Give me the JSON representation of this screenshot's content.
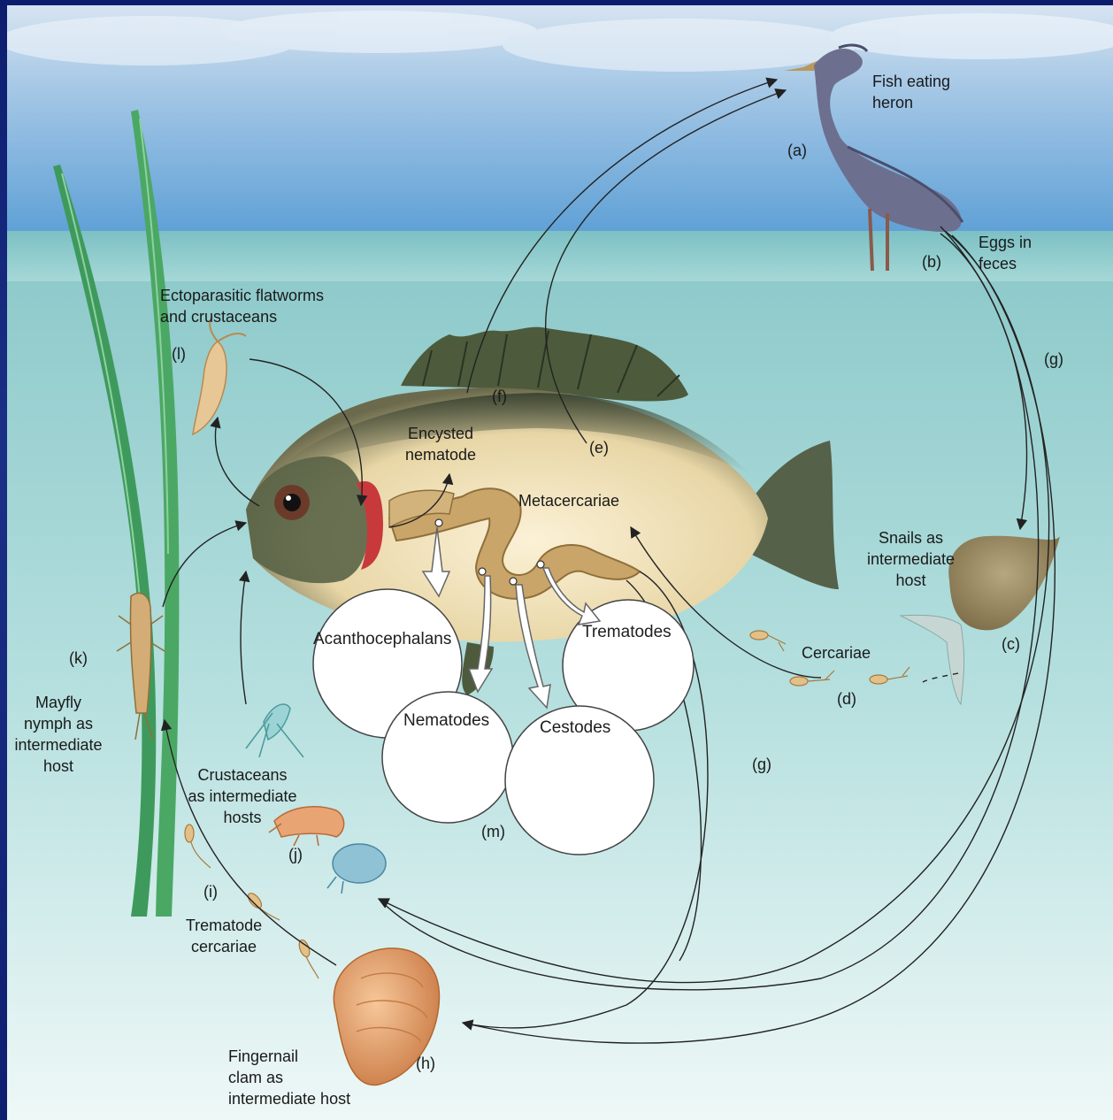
{
  "labels": {
    "heron": [
      "Fish eating",
      "heron"
    ],
    "a": "(a)",
    "b": "(b)",
    "eggs": [
      "Eggs in",
      "feces"
    ],
    "g_top": "(g)",
    "ecto": [
      "Ectoparasitic flatworms",
      "and crustaceans"
    ],
    "l": "(l)",
    "f": "(f)",
    "e": "(e)",
    "encysted": [
      "Encysted",
      "nematode"
    ],
    "metacercariae": "Metacercariae",
    "snails": [
      "Snails as",
      "intermediate",
      "host"
    ],
    "c": "(c)",
    "cercariae": "Cercariae",
    "d": "(d)",
    "k": "(k)",
    "mayfly": [
      "Mayfly",
      "nymph as",
      "intermediate",
      "host"
    ],
    "crustaceans": [
      "Crustaceans",
      "as intermediate",
      "hosts"
    ],
    "j": "(j)",
    "i": "(i)",
    "trematode_cercariae": [
      "Trematode",
      "cercariae"
    ],
    "m": "(m)",
    "g_mid": "(g)",
    "clam": [
      "Fingernail",
      "clam as",
      "intermediate host"
    ],
    "h": "(h)"
  },
  "circles": {
    "acanthocephalans": "Acanthocephalans",
    "trematodes": "Trematodes",
    "nematodes": "Nematodes",
    "cestodes": "Cestodes"
  },
  "colors": {
    "sky_top": "#c9dcee",
    "sky_bottom": "#6aa8d8",
    "water_top": "#9fd2d2",
    "water_bottom": "#e6f4f4",
    "fish_body": "#e9d6a8",
    "fish_dark": "#3d4a33",
    "gut": "#c9a56a",
    "grass": "#3f9a5a",
    "heron": "#6e6f8e",
    "gill": "#c8393c"
  }
}
